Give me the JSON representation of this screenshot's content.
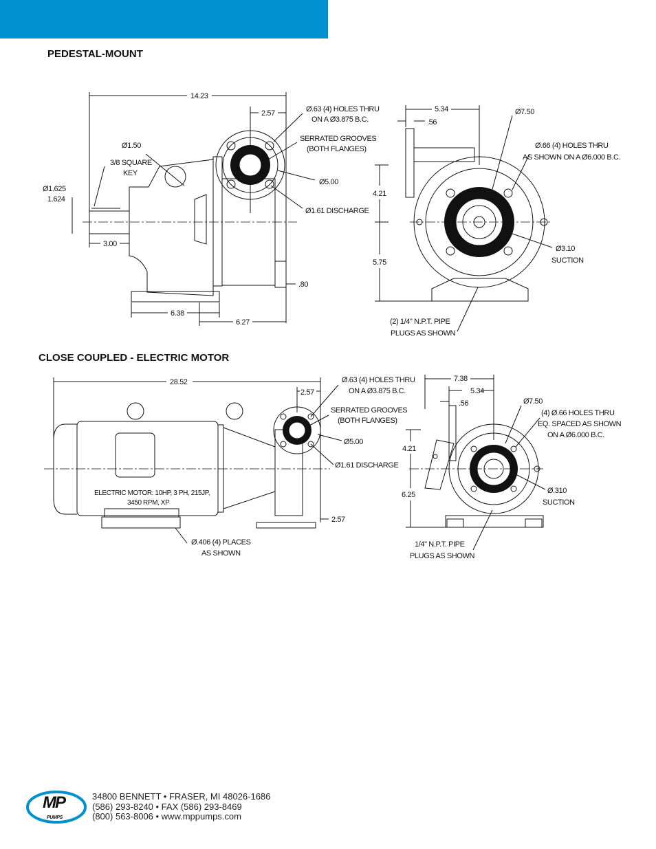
{
  "sections": {
    "pedestal": {
      "title": "PEDESTAL-MOUNT",
      "labels": {
        "overall": "14.23",
        "flange_offset": "2.57",
        "holes1": "Ø.63 (4) HOLES THRU",
        "holes2": "ON A Ø3.875 B.C.",
        "grooves1": "SERRATED GROOVES",
        "grooves2": "(BOTH FLANGES)",
        "d150": "Ø1.50",
        "key1": "3/8 SQUARE",
        "key2": "KEY",
        "shaft1": "Ø1.625",
        "shaft2": "1.624",
        "d500": "Ø5.00",
        "discharge": "Ø1.61 DISCHARGE",
        "shaft_len": "3.00",
        "d080": ".80",
        "base1": "6.38",
        "base2": "6.27",
        "r534": "5.34",
        "r056": ".56",
        "r750": "Ø7.50",
        "rholes1": "Ø.66 (4) HOLES THRU",
        "rholes2": "AS SHOWN ON A Ø6.000 B.C.",
        "r421": "4.21",
        "r575": "5.75",
        "suct1": "Ø3.10",
        "suct2": "SUCTION",
        "plug1": "(2) 1/4\" N.P.T. PIPE",
        "plug2": "PLUGS AS SHOWN"
      }
    },
    "close_coupled": {
      "title": "CLOSE COUPLED - ELECTRIC MOTOR",
      "labels": {
        "overall": "28.52",
        "flange_offset": "2.57",
        "holes1": "Ø.63 (4) HOLES THRU",
        "holes2": "ON A Ø3.875 B.C.",
        "grooves1": "SERRATED GROOVES",
        "grooves2": "(BOTH FLANGES)",
        "d500": "Ø5.00",
        "discharge": "Ø1.61 DISCHARGE",
        "motor1": "ELECTRIC MOTOR: 10HP, 3 PH, 215JP,",
        "motor2": "3450 RPM, XP",
        "foot": "2.57",
        "mount1": "Ø.406 (4) PLACES",
        "mount2": "AS SHOWN",
        "r738": "7.38",
        "r534": "5.34",
        "r056": ".56",
        "r750": "Ø7.50",
        "rholes1": "(4) Ø.66 HOLES THRU",
        "rholes2": "EQ. SPACED AS SHOWN",
        "rholes3": "ON A Ø6.000 B.C.",
        "r421": "4.21",
        "r625": "6.25",
        "suct1": "Ø.310",
        "suct2": "SUCTION",
        "plug1": "1/4\" N.P.T. PIPE",
        "plug2": "PLUGS AS SHOWN"
      }
    }
  },
  "footer": {
    "logo_text": "MP PUMPS",
    "line1": "34800 BENNETT • FRASER, MI 48026-1686",
    "line2": "(586) 293-8240 • FAX (586) 293-8469",
    "line3": "(800) 563-8006 • www.mppumps.com"
  },
  "colors": {
    "banner": "#0090d0",
    "logo_blue": "#0090d0"
  }
}
